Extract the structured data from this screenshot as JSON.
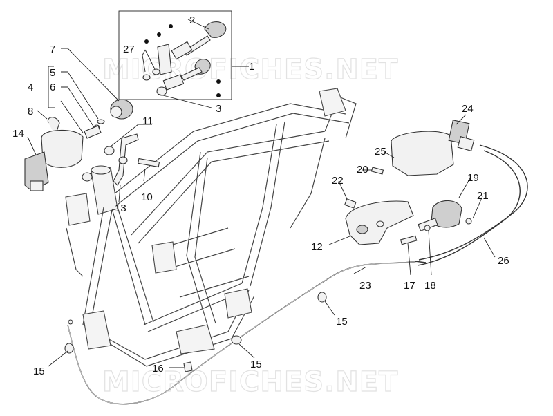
{
  "watermark": "MICROFICHES.NET",
  "callouts": {
    "c1": "1",
    "c2": "2",
    "c3": "3",
    "c4": "4",
    "c5": "5",
    "c6": "6",
    "c7": "7",
    "c8": "8",
    "c10": "10",
    "c11": "11",
    "c12": "12",
    "c13": "13",
    "c14": "14",
    "c15a": "15",
    "c15b": "15",
    "c15c": "15",
    "c16": "16",
    "c17": "17",
    "c18": "18",
    "c19": "19",
    "c20": "20",
    "c21": "21",
    "c22": "22",
    "c23": "23",
    "c24": "24",
    "c25": "25",
    "c26": "26",
    "c27": "27"
  }
}
